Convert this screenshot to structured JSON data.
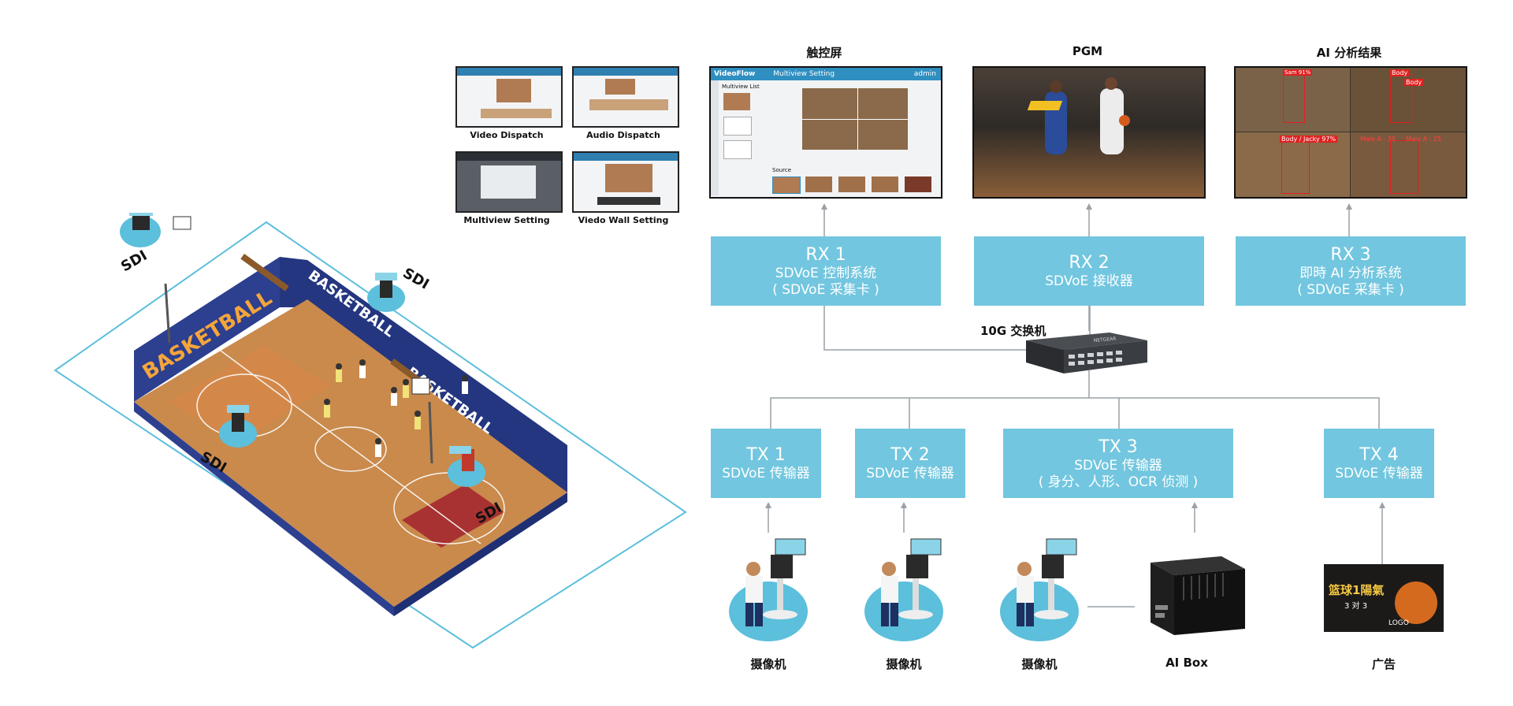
{
  "screens": {
    "touch": {
      "title": "触控屏",
      "app_name": "VideoFlow",
      "app_page": "Multiview Setting",
      "user": "admin",
      "panel_title": "Multiview List",
      "source_label": "Source"
    },
    "pgm": {
      "title": "PGM"
    },
    "ai": {
      "title": "AI 分析结果",
      "tags": [
        "Sam 91%",
        "Body",
        "Body",
        "Body / Jacky 97%",
        "Male A : 35",
        "Male A : 25"
      ]
    }
  },
  "thumbnails": [
    {
      "caption": "Video Dispatch"
    },
    {
      "caption": "Audio Dispatch"
    },
    {
      "caption": "Multiview Setting"
    },
    {
      "caption": "Viedo Wall Setting"
    }
  ],
  "receivers": [
    {
      "name": "RX 1",
      "line1": "SDVoE 控制系统",
      "line2": "( SDVoE 采集卡 )"
    },
    {
      "name": "RX 2",
      "line1": "SDVoE 接收器",
      "line2": ""
    },
    {
      "name": "RX 3",
      "line1": "即時 AI 分析系统",
      "line2": "( SDVoE 采集卡 )"
    }
  ],
  "switch": {
    "label": "10G 交换机",
    "brand": "NETGEAR"
  },
  "transmitters": [
    {
      "name": "TX 1",
      "line1": "SDVoE 传输器",
      "line2": ""
    },
    {
      "name": "TX 2",
      "line1": "SDVoE 传输器",
      "line2": ""
    },
    {
      "name": "TX 3",
      "line1": "SDVoE 传输器",
      "line2": "( 身分、人形、OCR 侦测 )"
    },
    {
      "name": "TX 4",
      "line1": "SDVoE 传输器",
      "line2": ""
    }
  ],
  "sources": [
    {
      "label": "摄像机"
    },
    {
      "label": "摄像机"
    },
    {
      "label": "摄像机"
    },
    {
      "label": "AI Box"
    },
    {
      "label": "广告"
    }
  ],
  "court": {
    "banner": "BASKETBALL",
    "sdi_labels": [
      "SDI",
      "SDI",
      "SDI",
      "SDI"
    ]
  },
  "ad": {
    "headline": "篮球1陽氣",
    "sub": "3 对 3",
    "brand": "LOGO"
  },
  "colors": {
    "box": "#72c6df",
    "court_wood": "#c98a4c",
    "court_blue": "#2d3f8f",
    "paint_red": "#a83232",
    "camera_bubble": "#5cbfdc"
  }
}
